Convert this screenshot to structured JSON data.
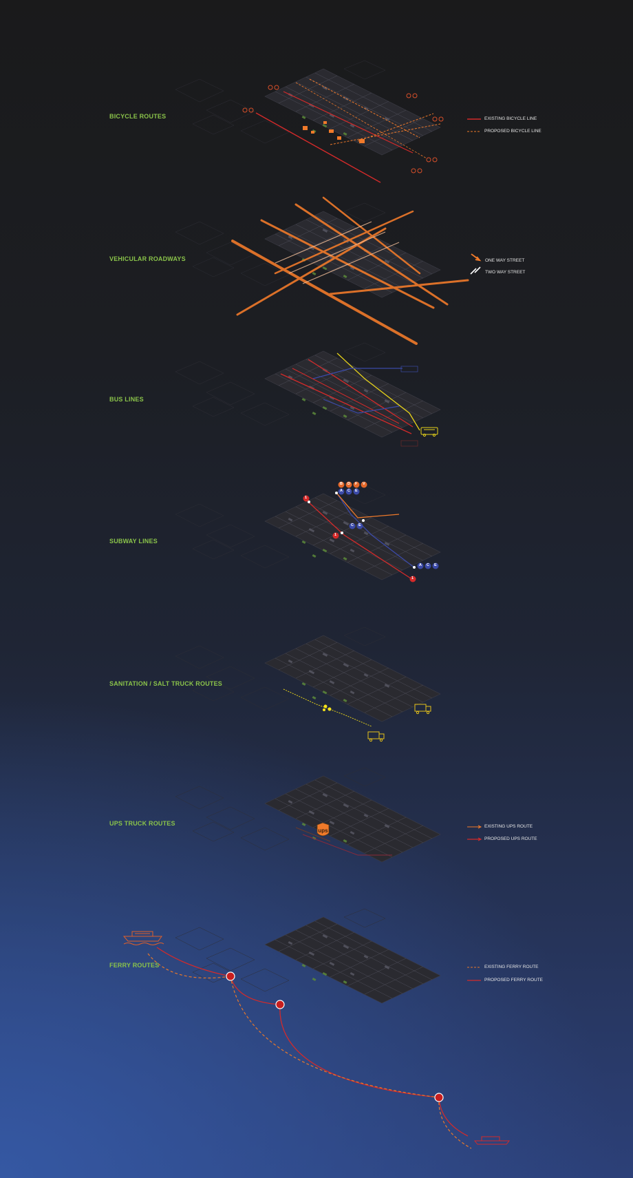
{
  "layers": [
    {
      "key": "bicycle",
      "title": "BICYCLE ROUTES"
    },
    {
      "key": "vehicular",
      "title": "VEHICULAR ROADWAYS"
    },
    {
      "key": "bus",
      "title": "BUS LINES"
    },
    {
      "key": "subway",
      "title": "SUBWAY LINES"
    },
    {
      "key": "sanitation",
      "title": "SANITATION / SALT TRUCK ROUTES"
    },
    {
      "key": "ups",
      "title": "UPS TRUCK ROUTES"
    },
    {
      "key": "ferry",
      "title": "FERRY ROUTES"
    }
  ],
  "legends": {
    "bicycle": [
      "EXISTING BICYCLE LINE",
      "PROPOSED BICYCLE LINE"
    ],
    "vehicular": [
      "ONE WAY STREET",
      "TWO WAY STREET"
    ],
    "ups": [
      "EXISTING UPS ROUTE",
      "PROPOSED UPS ROUTE"
    ],
    "ferry": [
      "EXISTING FERRY ROUTE",
      "PROPOSED FERRY ROUTE"
    ]
  },
  "subway_badges": {
    "top_orange": [
      "B",
      "D",
      "F",
      "V"
    ],
    "top_blue": [
      "A",
      "C",
      "E"
    ],
    "mid_blue": [
      "C",
      "E"
    ],
    "right_blue": [
      "A",
      "C",
      "E"
    ],
    "red": "1"
  },
  "ups_logo": "ups",
  "colors": {
    "label_green": "#8ac34a",
    "orange": "#f07a2a",
    "red": "#d42a2a",
    "yellow": "#e6d21a",
    "blue": "#3b4aa8",
    "legend_text": "#e8e8e8"
  }
}
